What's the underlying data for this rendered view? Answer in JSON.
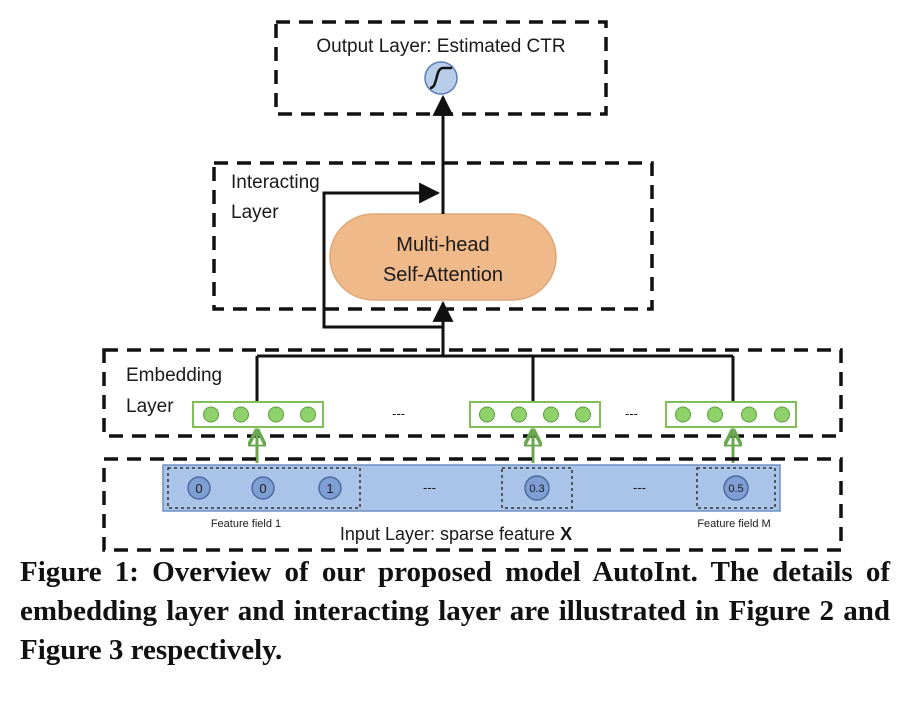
{
  "diagram": {
    "output_layer": {
      "label": "Output Layer: Estimated CTR",
      "icon": "sigmoid-icon"
    },
    "interacting_layer": {
      "label_line1": "Interacting",
      "label_line2": "Layer"
    },
    "attention_block": {
      "line1": "Multi-head",
      "line2": "Self-Attention",
      "color": "#f0b98a"
    },
    "embedding_layer": {
      "label_line1": "Embedding",
      "label_line2": "Layer",
      "ellipsis_1": "---",
      "ellipsis_2": "---",
      "node_color": "#8fd16a"
    },
    "input_layer": {
      "label_prefix": "Input Layer: sparse feature",
      "label_symbol": "X",
      "bar_color": "#a9c4e8",
      "values": [
        "0",
        "0",
        "1",
        "0.3",
        "0.5"
      ],
      "ellipsis_1": "---",
      "ellipsis_2": "---",
      "field_first": "Feature field 1",
      "field_last": "Feature field M"
    }
  },
  "caption": "Figure 1: Overview of our proposed model AutoInt. The details of embedding layer and interacting layer are illustrated in Figure 2 and Figure 3 respectively."
}
